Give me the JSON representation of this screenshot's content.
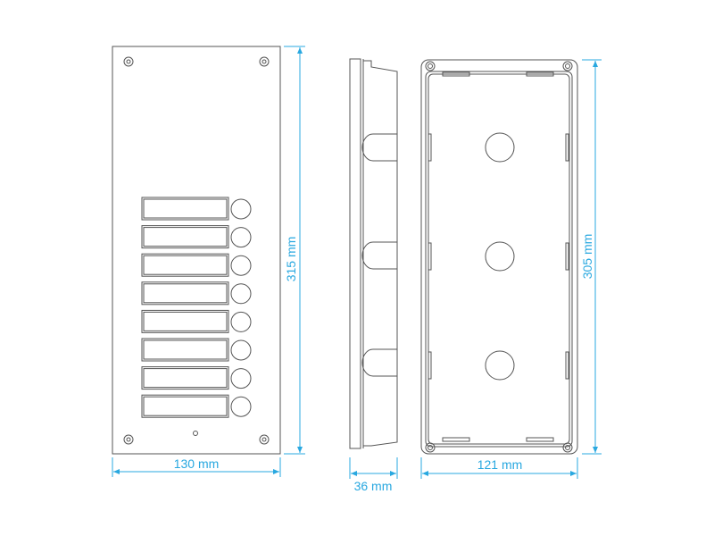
{
  "dimensions": {
    "front_width": "130 mm",
    "front_height": "315 mm",
    "side_depth": "36 mm",
    "box_width": "121 mm",
    "box_height": "305 mm"
  },
  "name_slots": 8,
  "colors": {
    "dimension": "#29a8e0",
    "line": "#555555"
  }
}
